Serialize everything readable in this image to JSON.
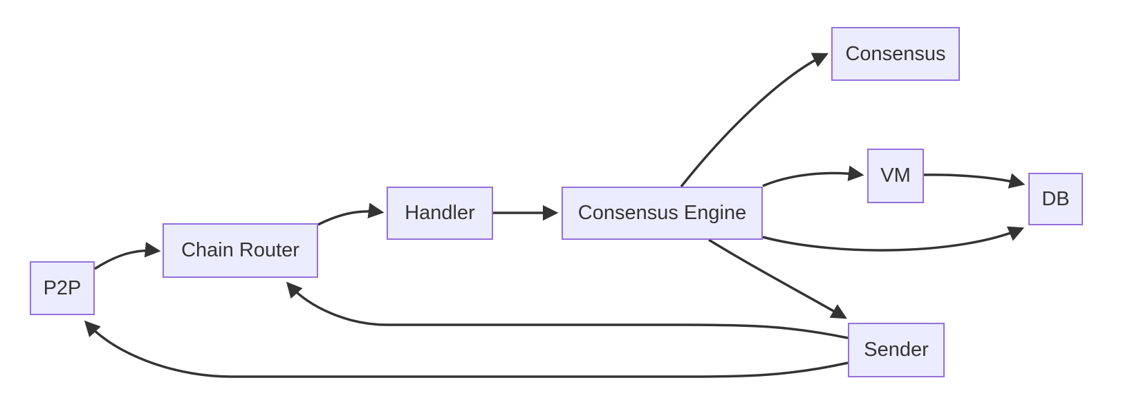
{
  "diagram": {
    "type": "flowchart",
    "direction": "left-to-right",
    "theme": {
      "background": "#ffffff",
      "node_fill": "#ECECFF",
      "node_border": "#9370DB",
      "edge_color": "#333333",
      "text_color": "#333333"
    },
    "nodes": {
      "p2p": {
        "label": "P2P"
      },
      "chain_router": {
        "label": "Chain Router"
      },
      "handler": {
        "label": "Handler"
      },
      "consensus_engine": {
        "label": "Consensus Engine"
      },
      "consensus": {
        "label": "Consensus"
      },
      "vm": {
        "label": "VM"
      },
      "db": {
        "label": "DB"
      },
      "sender": {
        "label": "Sender"
      }
    },
    "edges": [
      {
        "from": "P2P",
        "to": "Chain Router"
      },
      {
        "from": "Chain Router",
        "to": "Handler"
      },
      {
        "from": "Handler",
        "to": "Consensus Engine"
      },
      {
        "from": "Consensus Engine",
        "to": "Consensus"
      },
      {
        "from": "Consensus Engine",
        "to": "VM"
      },
      {
        "from": "VM",
        "to": "DB"
      },
      {
        "from": "Consensus Engine",
        "to": "DB"
      },
      {
        "from": "Consensus Engine",
        "to": "Sender"
      },
      {
        "from": "Sender",
        "to": "Chain Router"
      },
      {
        "from": "Sender",
        "to": "P2P"
      }
    ]
  }
}
